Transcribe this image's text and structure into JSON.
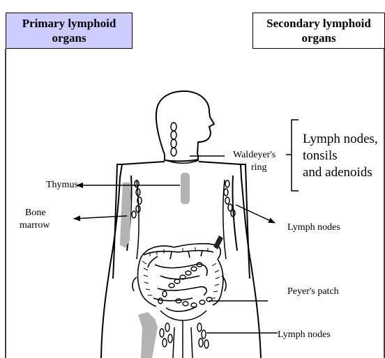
{
  "headers": {
    "primary_line1": "Primary lymphoid",
    "primary_line2": "organs",
    "secondary_line1": "Secondary lymphoid",
    "secondary_line2": "organs"
  },
  "labels": {
    "thymus": "Thymus",
    "bone_marrow_line1": "Bone",
    "bone_marrow_line2": "marrow",
    "waldeyer_line1": "Waldeyer's",
    "waldeyer_line2": "ring",
    "lymph_group_line1": "Lymph nodes,",
    "lymph_group_line2": "tonsils",
    "lymph_group_line3": "and adenoids",
    "lymph_nodes_arm": "Lymph nodes",
    "peyers_patch": "Peyer's patch",
    "lymph_nodes_groin": "Lymph nodes"
  },
  "colors": {
    "primary_header_bg": "#ccccff",
    "bone": "#b3b3b3"
  }
}
